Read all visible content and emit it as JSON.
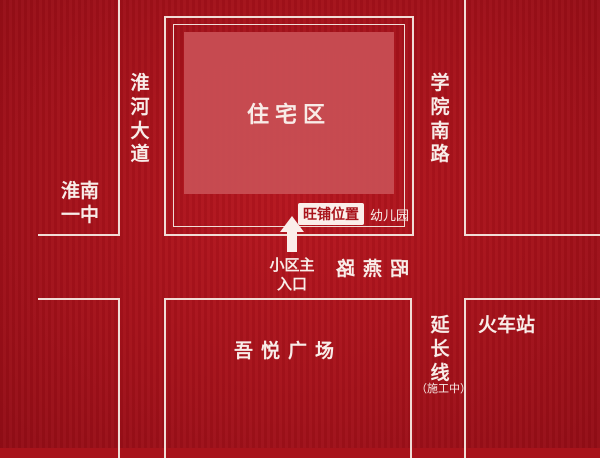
{
  "map": {
    "residential": "住宅区",
    "left_road": "淮河大道",
    "right_road": "学院南路",
    "school_left": "淮南一中",
    "shop_tag": "旺铺位置",
    "kindergarten": "幼儿园",
    "entrance": "小区主入口",
    "middle_road": "昭燕路",
    "plaza": "吾悦广场",
    "extension_road": "延长线",
    "construction_note": "（施工中）",
    "station": "火车站"
  },
  "colors": {
    "background": "#a8131b",
    "line": "#f1dcd6",
    "residential_fill": "#c94f55"
  }
}
